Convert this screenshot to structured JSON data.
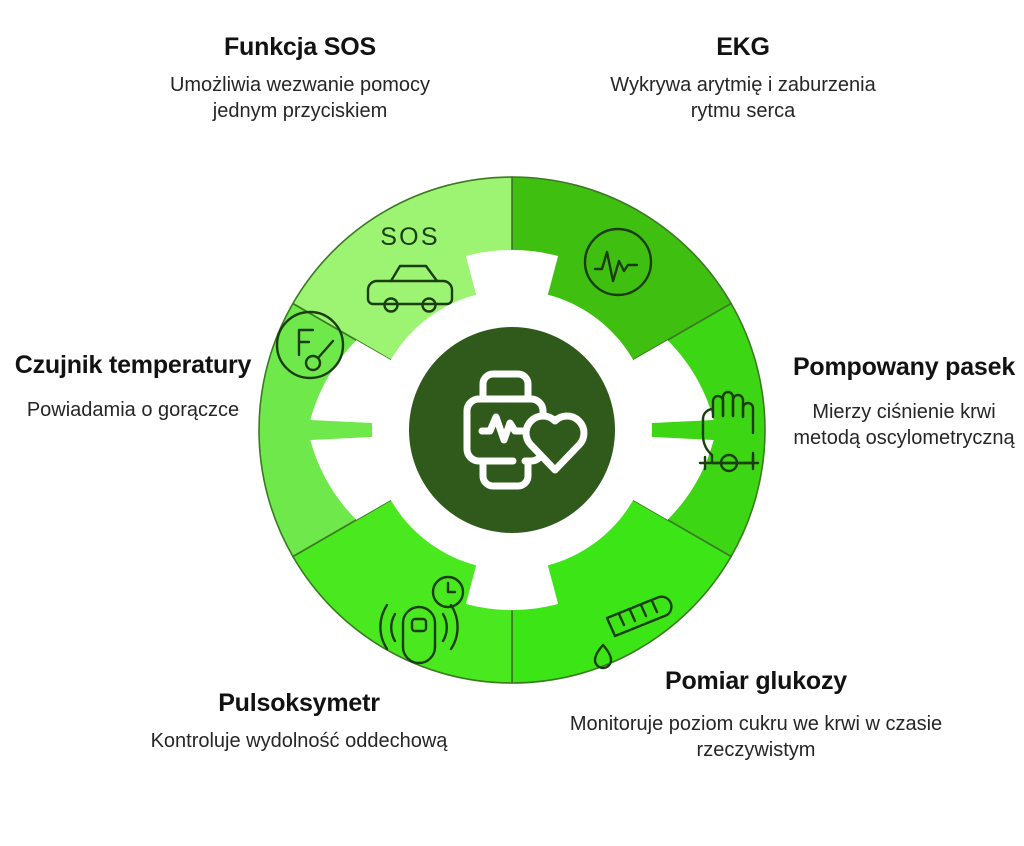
{
  "palette": {
    "background": "#ffffff",
    "hub": "#2f5a1b",
    "hub_icon": "#ffffff",
    "segment_stroke": "#3b7a22",
    "icon_stroke": "#1b3d0f",
    "title_color": "#121212",
    "text_color": "#262626"
  },
  "center": {
    "icon_name": "smartwatch-heart-icon",
    "description": "Smartwatch z pulsem i serce"
  },
  "wheel": {
    "segments": [
      {
        "id": "ekg",
        "icon_name": "ecg-waveform-circle-icon",
        "color": "#3fbf10",
        "start_angle": 0,
        "end_angle": 60
      },
      {
        "id": "cuff",
        "icon_name": "hand-cuff-icon",
        "color": "#3dd614",
        "start_angle": 60,
        "end_angle": 120
      },
      {
        "id": "glucose",
        "icon_name": "test-strip-blood-drop-icon",
        "color": "#3ce516",
        "start_angle": 120,
        "end_angle": 180
      },
      {
        "id": "oximeter",
        "icon_name": "fingertip-pulse-clock-icon",
        "color": "#4ae81e",
        "start_angle": 180,
        "end_angle": 240
      },
      {
        "id": "temperature",
        "icon_name": "thermometer-gauge-icon",
        "color": "#6ee84a",
        "start_angle": 240,
        "end_angle": 300
      },
      {
        "id": "sos",
        "icon_name": "sos-ambulance-icon",
        "color": "#9cf472",
        "start_angle": 300,
        "end_angle": 360
      }
    ],
    "sos_label": "SOS"
  },
  "callouts": {
    "sos": {
      "title": "Funkcja SOS",
      "desc": "Umożliwia wezwanie pomocy jednym przyciskiem"
    },
    "ekg": {
      "title": "EKG",
      "desc": "Wykrywa arytmię i zaburzenia rytmu serca"
    },
    "temperature": {
      "title": "Czujnik temperatury",
      "desc": "Powiadamia o gorączce"
    },
    "cuff": {
      "title": "Pompowany pasek",
      "desc": "Mierzy ciśnienie krwi metodą oscylometryczną"
    },
    "oximeter": {
      "title": "Pulsoksymetr",
      "desc": "Kontroluje wydolność oddechową"
    },
    "glucose": {
      "title": "Pomiar glukozy",
      "desc": "Monitoruje poziom cukru we krwi w czasie rzeczywistym"
    }
  }
}
